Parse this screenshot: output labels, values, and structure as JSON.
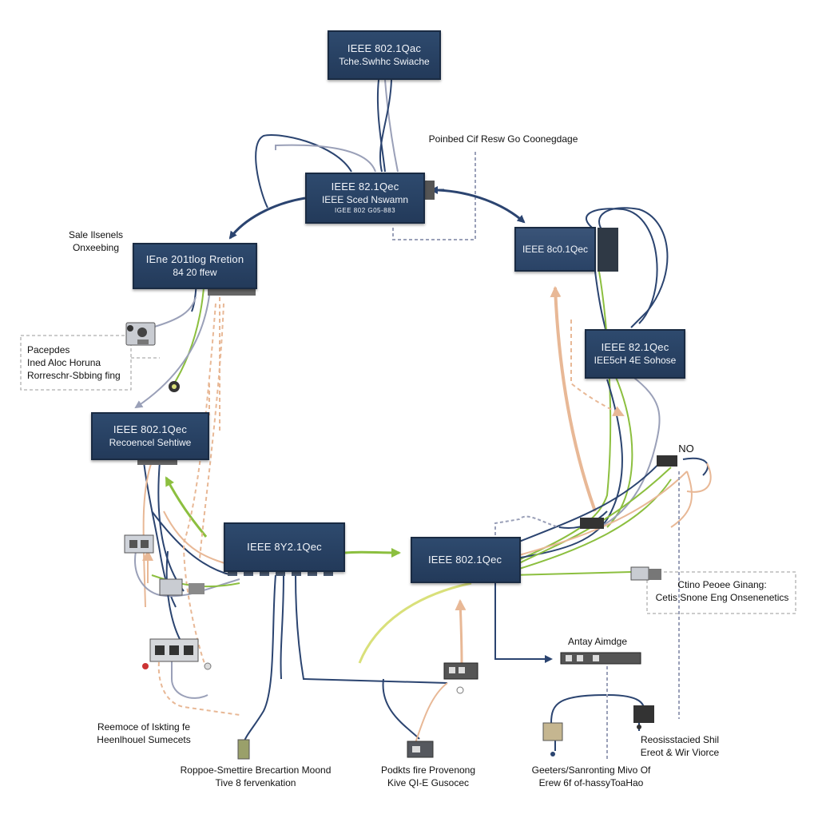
{
  "switches": {
    "top": {
      "line1": "IEEE 802.1Qac",
      "line2": "Tche.Swhhc Swiache"
    },
    "upper": {
      "line1": "IEEE 82.1Qec",
      "line2": "IEEE Sced Nswamn",
      "line3": "IGEE 802 G05-883"
    },
    "left": {
      "line1": "IEne 201tlog Rretion",
      "line2": "84 20 ffew"
    },
    "right": {
      "line1": "IEEE 8c0.1Qec"
    },
    "right_mid": {
      "line1": "IEEE 82.1Qec",
      "line2": "IEE5cH 4E Sohose"
    },
    "left_mid": {
      "line1": "IEEE 802.1Qec",
      "line2": "Recoencel Sehtiwe"
    },
    "center": {
      "line1": "IEEE 8Y2.1Qec"
    },
    "center_right": {
      "line1": "IEEE 802.1Qec"
    }
  },
  "labels": {
    "top_annot": "Poinbed Cif Resw Go Coonegdage",
    "left_top": [
      "Sale Ilsenels",
      "Onxeebing"
    ],
    "left_box": [
      "Pacepdes",
      "Ined Aloc Horuna",
      "Rorreschr-Sbbing fing"
    ],
    "no": "NO",
    "right_box": [
      "Ctino Peoee Ginang:",
      "Cetis Snone Eng Onsenenetics"
    ],
    "bottom_left": [
      "Reemoce of Iskting fe",
      "Heenlhouel Sumecets"
    ],
    "bottom_center_left": [
      "Roppoe-Smettire Brecartion Moond",
      "Tive 8 fervenkation"
    ],
    "bottom_center": [
      "Podkts fire Provenong",
      "Kive QI-E Gusocec"
    ],
    "bottom_right_center": [
      "Geeters/Sanronting Mivo Of",
      "Erew 6f of-hassyToaHao"
    ],
    "bottom_right": [
      "Reosisstacied Shil",
      "Ereot & Wir Viorce"
    ],
    "antay": "Antay Aimdge"
  },
  "colors": {
    "switch_fill": "#2a4366",
    "navy_wire": "#2b4470",
    "green_wire": "#8cbf3f",
    "peach_wire": "#e8b896",
    "yellow_wire": "#d9e07a",
    "gray_wire": "#9aa0b8"
  }
}
